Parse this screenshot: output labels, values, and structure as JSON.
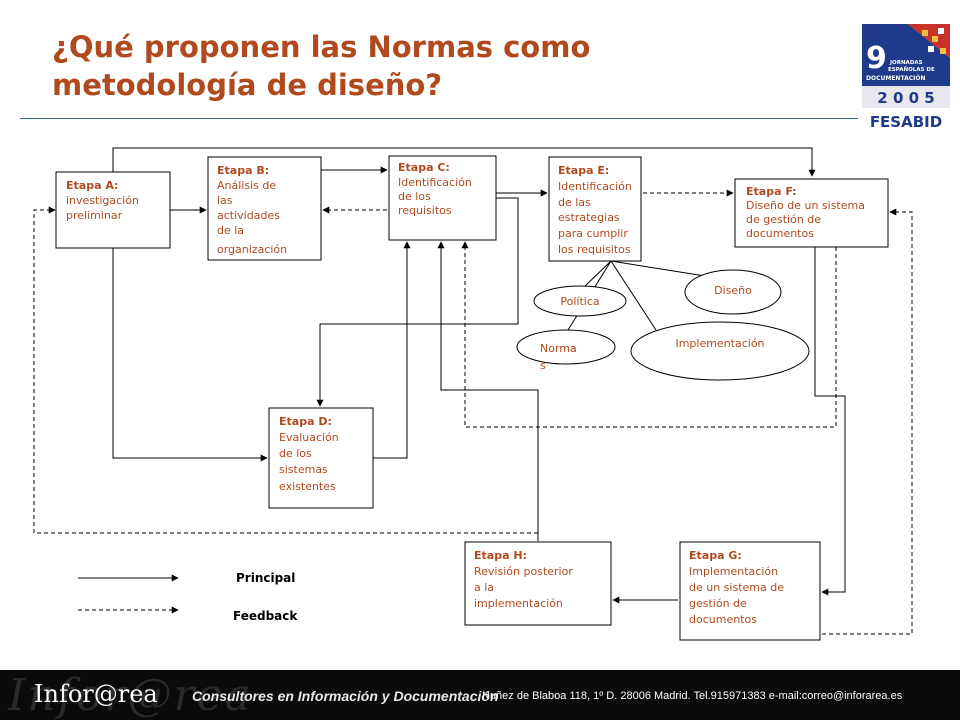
{
  "slide": {
    "title_line1": "¿Qué proponen las Normas como",
    "title_line2": "metodología de diseño?"
  },
  "colors": {
    "accent": "#b04a1e",
    "rule": "#2a6f8a",
    "logo_blue": "#1f3a8a",
    "logo_red": "#c8322a"
  },
  "logo": {
    "number": "9",
    "line1": "JORNADAS",
    "line2": "ESPAÑOLAS DE",
    "line3": "DOCUMENTACIÓN",
    "year": "2 0 0 5",
    "org": "FESABID"
  },
  "diagram": {
    "stages": {
      "a": {
        "label": "Etapa A:",
        "lines": [
          "investigación",
          "preliminar"
        ]
      },
      "b": {
        "label": "Etapa B:",
        "lines": [
          "Análisis  de",
          "las",
          "actividades",
          "de la",
          "organización"
        ]
      },
      "c": {
        "label": "Etapa C:",
        "lines": [
          "Identificación",
          "de los",
          "requisitos"
        ]
      },
      "d": {
        "label": "Etapa D:",
        "lines": [
          "Evaluación",
          "de los",
          "sistemas",
          "existentes"
        ]
      },
      "e": {
        "label": "Etapa E:",
        "lines": [
          "Identificación",
          "de las",
          "estrategias",
          "para cumplir",
          "los requisitos"
        ]
      },
      "f": {
        "label": "Etapa F:",
        "lines": [
          "Diseño de un sistema",
          "de  gestión de",
          "documentos"
        ]
      },
      "g": {
        "label": "Etapa G:",
        "lines": [
          "Implementación",
          "de un sistema de",
          "gestión  de",
          "documentos"
        ]
      },
      "h": {
        "label": "Etapa H:",
        "lines": [
          "Revisión posterior",
          "a la",
          "implementación"
        ]
      }
    },
    "strategies": {
      "politica": "Política",
      "normas_line1": "Norma",
      "normas_line2": "s",
      "diseno": "Diseño",
      "implementacion": "Implementación"
    }
  },
  "legend": {
    "principal": "Principal",
    "feedback": "Feedback"
  },
  "footer": {
    "watermark": "Infor@rea",
    "brand": "Infor@rea",
    "slogan": "Consultores en Información y Documentación",
    "address": "Nuñez de Blaboa 118, 1º D. 28006 Madrid. Tel.915971383 e-mail:correo@inforarea.es"
  }
}
